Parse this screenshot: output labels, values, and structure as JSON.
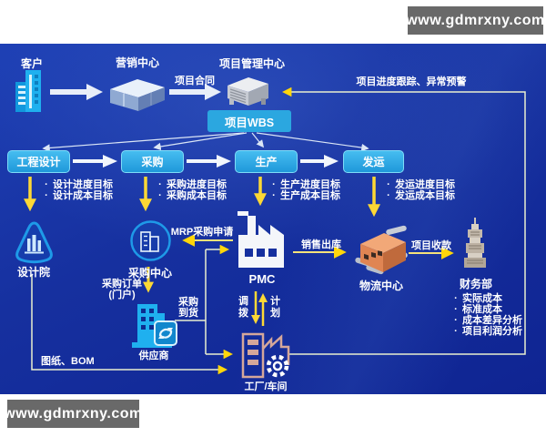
{
  "ui": {
    "bullet": "·"
  },
  "watermarks": {
    "top": "www.gdmrxny.com",
    "bottom": "www.gdmrxny.com"
  },
  "header": {
    "customer": "客户",
    "marketing_center": "营销中心",
    "contract": "项目合同",
    "pm_center": "项目管理中心",
    "feedback": "项目进度跟踪、异常预警",
    "wbs": "项目WBS"
  },
  "process": {
    "boxes": [
      {
        "label": "工程设计",
        "goal1": "设计进度目标",
        "goal2": "设计成本目标"
      },
      {
        "label": "采购",
        "goal1": "采购进度目标",
        "goal2": "采购成本目标"
      },
      {
        "label": "生产",
        "goal1": "生产进度目标",
        "goal2": "生产成本目标"
      },
      {
        "label": "发运",
        "goal1": "发运进度目标",
        "goal2": "发运成本目标"
      }
    ]
  },
  "centers": {
    "design_institute": "设计院",
    "purchasing_center": "采购中心",
    "pmc": "PMC",
    "logistics_center": "物流中心",
    "finance_dept": "财务部",
    "supplier": "供应商",
    "factory": "工厂/车间"
  },
  "finance": {
    "items": [
      "实际成本",
      "标准成本",
      "成本差异分析",
      "项目利润分析"
    ]
  },
  "flows": {
    "mrp_request": "MRP采购申请",
    "sales_outbound": "销售出库",
    "project_collection": "项目收款",
    "po_line1": "采购订单",
    "po_line2": "(门户)",
    "arrival_line1": "采购",
    "arrival_line2": "到货",
    "allocation": "调拨",
    "plan": "计划",
    "drawings_bom": "图纸、BOM"
  },
  "colors": {
    "background_blue": "#16309f",
    "box_blue": "#2ba7e0",
    "accent_yellow": "#ffd60a",
    "pale_line": "#e9efcf",
    "icon_blue": "#17a7ea",
    "logistics_orange": "#e08553",
    "watermark_gray": "#696969"
  }
}
